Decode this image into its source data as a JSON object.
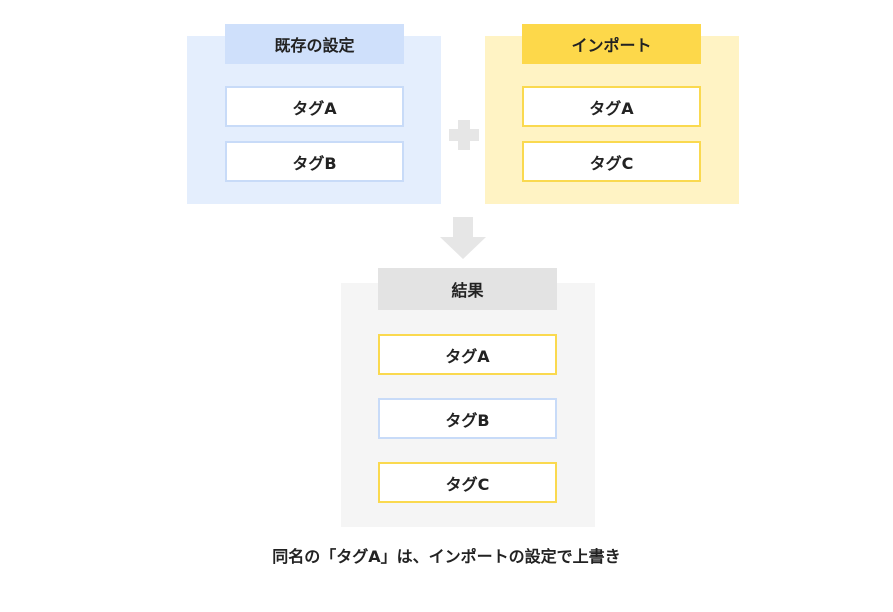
{
  "existing": {
    "title": "既存の設定",
    "tags": [
      "タグA",
      "タグB"
    ]
  },
  "import": {
    "title": "インポート",
    "tags": [
      "タグA",
      "タグC"
    ]
  },
  "result": {
    "title": "結果",
    "tags": [
      "タグA",
      "タグB",
      "タグC"
    ]
  },
  "caption": "同名の「タグA」は、インポートの設定で上書き",
  "icons": {
    "combine": "plus-icon",
    "flow": "arrow-down-icon"
  },
  "colors": {
    "existing_panel": "#e4eefd",
    "existing_header": "#cfe0fb",
    "existing_tag_border": "#c8dbf8",
    "import_panel": "#fff3c4",
    "import_header": "#fdd84a",
    "import_tag_border": "#fad94f",
    "result_panel": "#f5f5f5",
    "result_header": "#e3e3e3",
    "icon": "#e6e6e6"
  }
}
